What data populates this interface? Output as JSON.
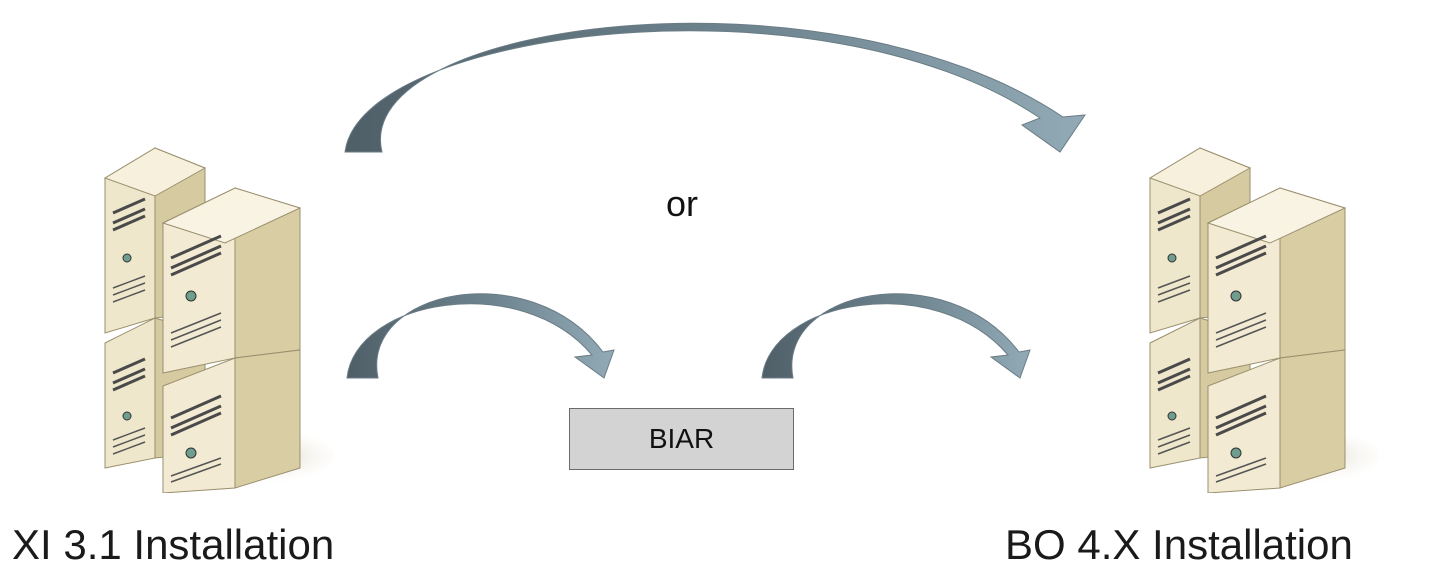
{
  "source": {
    "label": "XI 3.1 Installation",
    "icon": "server-cluster-icon"
  },
  "target": {
    "label": "BO 4.X Installation",
    "icon": "server-cluster-icon"
  },
  "alternative_label": "or",
  "intermediate": {
    "label": "BIAR"
  },
  "colors": {
    "arrow_dark": "#4f5f68",
    "arrow_light": "#8ea6b2",
    "box_fill": "#d3d3d3",
    "server_body": "#ece3c6",
    "server_side": "#c9bc92"
  }
}
